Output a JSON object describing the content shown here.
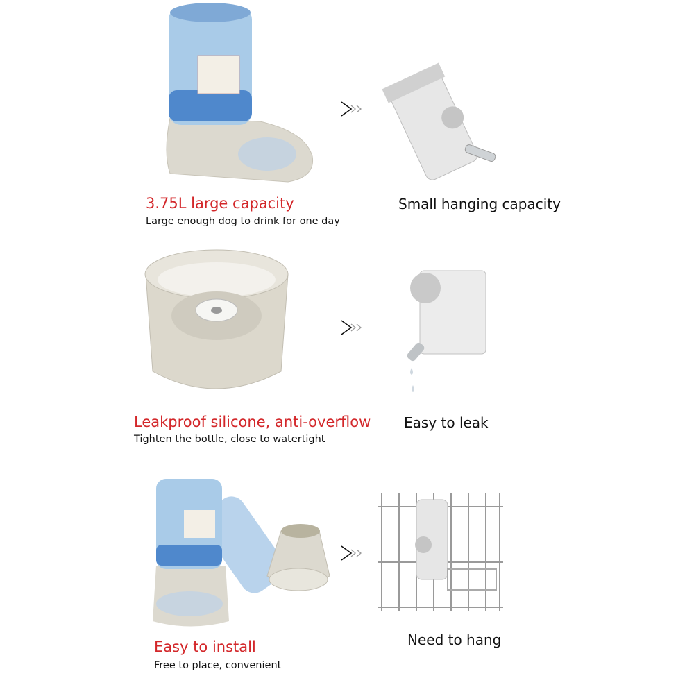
{
  "rows": [
    {
      "left_title": "3.75L large capacity",
      "left_subtitle": "Large enough dog to drink for one day",
      "right_title": "Small hanging capacity"
    },
    {
      "left_title": "Leakproof silicone, anti-overflow",
      "left_subtitle": "Tighten the bottle, close to watertight",
      "right_title": "Easy to leak"
    },
    {
      "left_title": "Easy to install",
      "left_subtitle": "Free to place, convenient",
      "right_title": "Need to hang"
    }
  ],
  "colors": {
    "accent": "#d3272a",
    "text": "#111111",
    "base": "#d9d6cc",
    "bottle": "#8fb8de"
  },
  "icons": [
    "chevron-arrow-icon"
  ]
}
